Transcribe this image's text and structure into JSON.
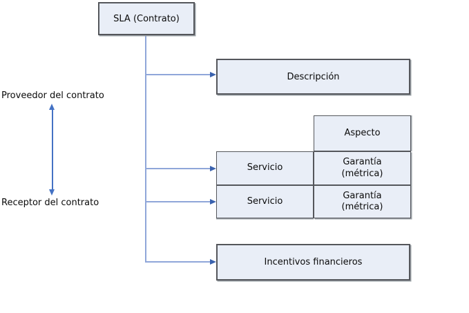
{
  "diagram": {
    "root": {
      "label": "SLA (Contrato)"
    },
    "side_labels": {
      "provider": "Proveedor del contrato",
      "receiver": "Receptor del contrato"
    },
    "nodes": {
      "descripcion": "Descripción",
      "aspecto": "Aspecto",
      "servicio_1": "Servicio",
      "garantia_1": {
        "line1": "Garantía",
        "line2": "(métrica)"
      },
      "servicio_2": "Servicio",
      "garantia_2": {
        "line1": "Garantía",
        "line2": "(métrica)"
      },
      "incentivos": "Incentivos financieros"
    },
    "colors": {
      "box_fill": "#e9eef7",
      "box_border": "#54565b",
      "connector": "#8fa6d9",
      "arrowhead": "#3a62ae",
      "double_arrow": "#4472c4"
    }
  }
}
